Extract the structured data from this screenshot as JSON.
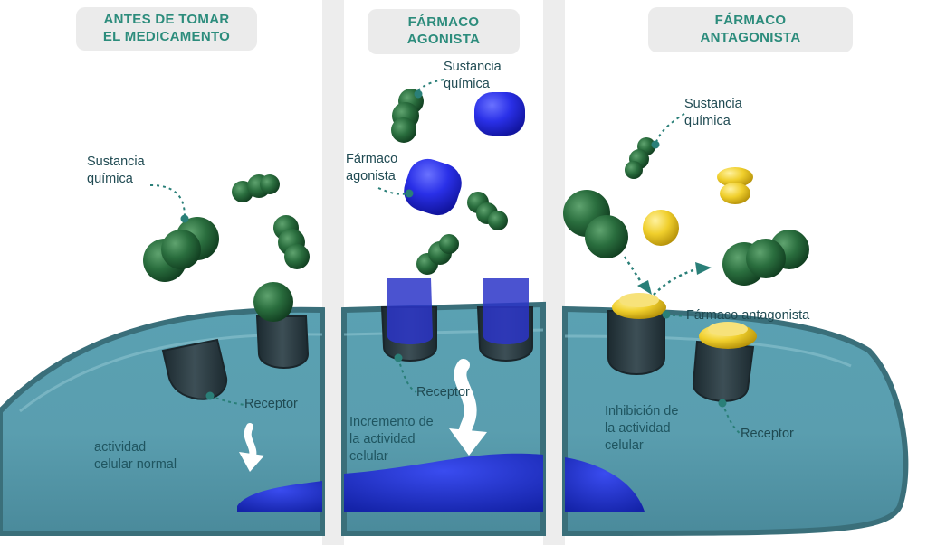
{
  "panels": [
    {
      "title_lines": [
        "ANTES DE TOMAR",
        "EL MEDICAMENTO"
      ],
      "labels": {
        "substance": [
          "Sustancia",
          "química"
        ],
        "receptor": "Receptor",
        "activity": [
          "actividad",
          "celular normal"
        ]
      }
    },
    {
      "title_lines": [
        "FÁRMACO",
        "AGONISTA"
      ],
      "labels": {
        "substance": [
          "Sustancia",
          "química"
        ],
        "drug": [
          "Fármaco",
          "agonista"
        ],
        "receptor": "Receptor",
        "activity": [
          "Incremento de",
          "la actividad",
          "celular"
        ]
      }
    },
    {
      "title_lines": [
        "FÁRMACO",
        "ANTAGONISTA"
      ],
      "labels": {
        "substance": [
          "Sustancia",
          "química"
        ],
        "drug": "Fármaco antagonista",
        "inhibition": [
          "Inhibición de",
          "la actividad",
          "celular"
        ],
        "receptor": "Receptor"
      }
    }
  ],
  "colors": {
    "title_text": "#2c8c7c",
    "title_bg": "#ebebeb",
    "label_text": "#1f4a52",
    "leader_line": "#2a7f78",
    "cell": "#4f95a6",
    "cell_edge": "#3a6f7a",
    "molecule": "#1e5e32",
    "agonist": "#1d22d8",
    "antagonist": "#e6c21c",
    "receptor": "#2b3a40",
    "nucleus": "#1a2fc4",
    "arrow": "#ffffff"
  },
  "icons": [
    "chemical-molecule-icon",
    "agonist-drug-icon",
    "antagonist-drug-icon",
    "receptor-icon",
    "activity-arrow-icon"
  ]
}
